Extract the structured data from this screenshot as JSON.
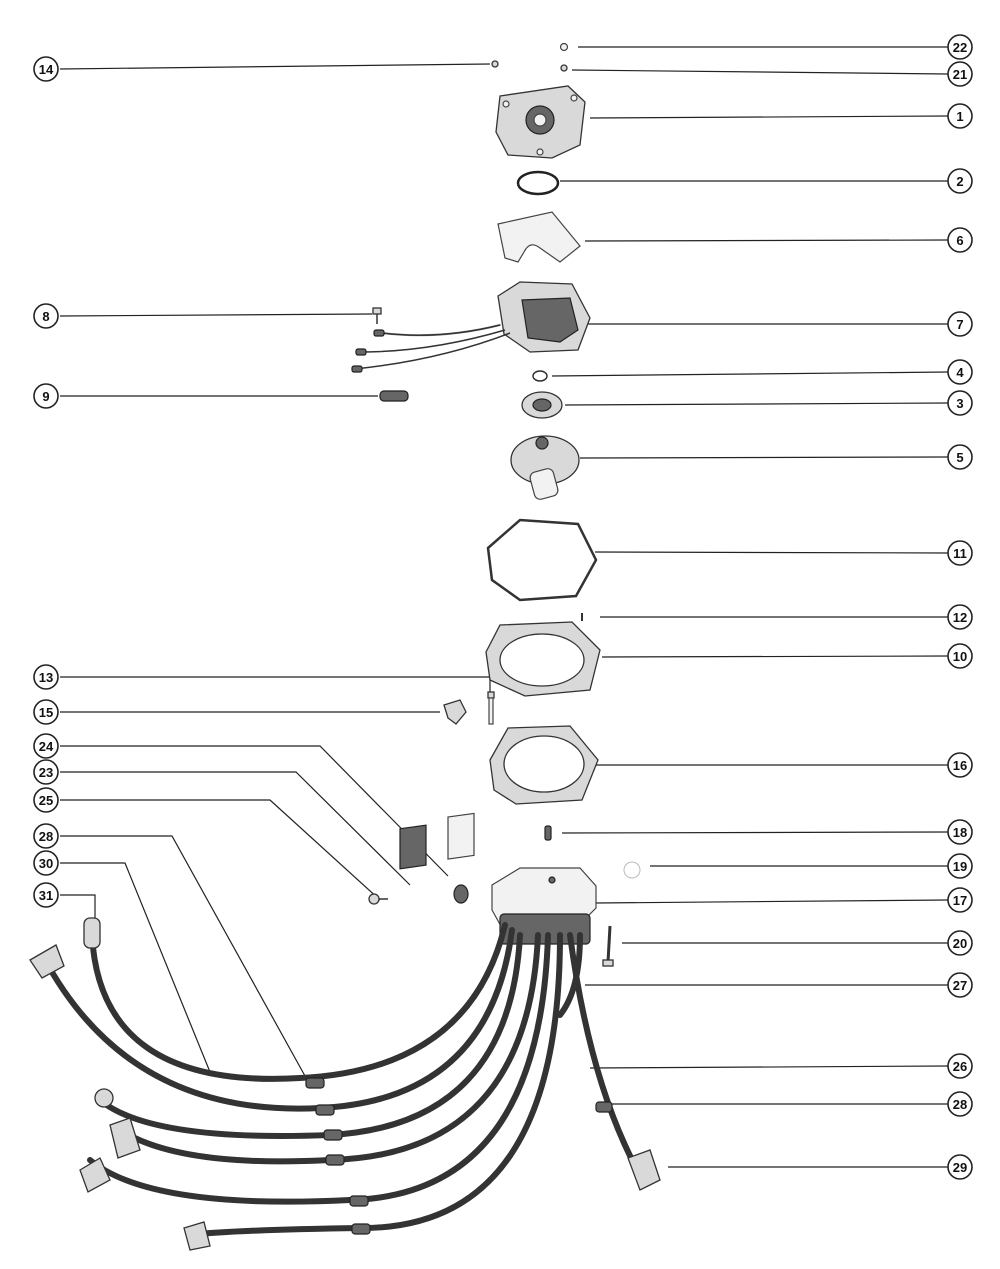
{
  "callouts": {
    "c1": "1",
    "c2": "2",
    "c3": "3",
    "c4": "4",
    "c5": "5",
    "c6": "6",
    "c7": "7",
    "c8": "8",
    "c9": "9",
    "c10": "10",
    "c11": "11",
    "c12": "12",
    "c13": "13",
    "c14": "14",
    "c15": "15",
    "c16": "16",
    "c17": "17",
    "c18": "18",
    "c19": "19",
    "c20": "20",
    "c21": "21",
    "c22": "22",
    "c23": "23",
    "c24": "24",
    "c25": "25",
    "c26": "26",
    "c27": "27",
    "c28a": "28",
    "c28b": "28",
    "c29": "29",
    "c30": "30",
    "c31": "31"
  }
}
